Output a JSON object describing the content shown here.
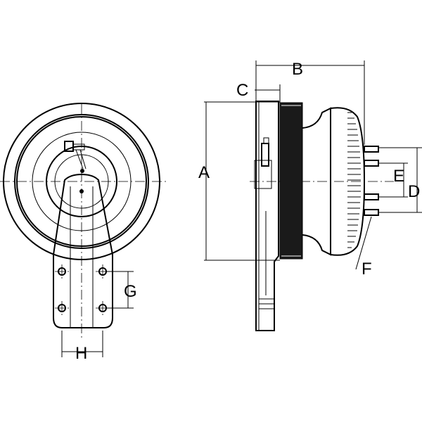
{
  "labels": {
    "a": "A",
    "b": "B",
    "c": "C",
    "d": "D",
    "e": "E",
    "f": "F",
    "g": "G",
    "h": "H"
  }
}
